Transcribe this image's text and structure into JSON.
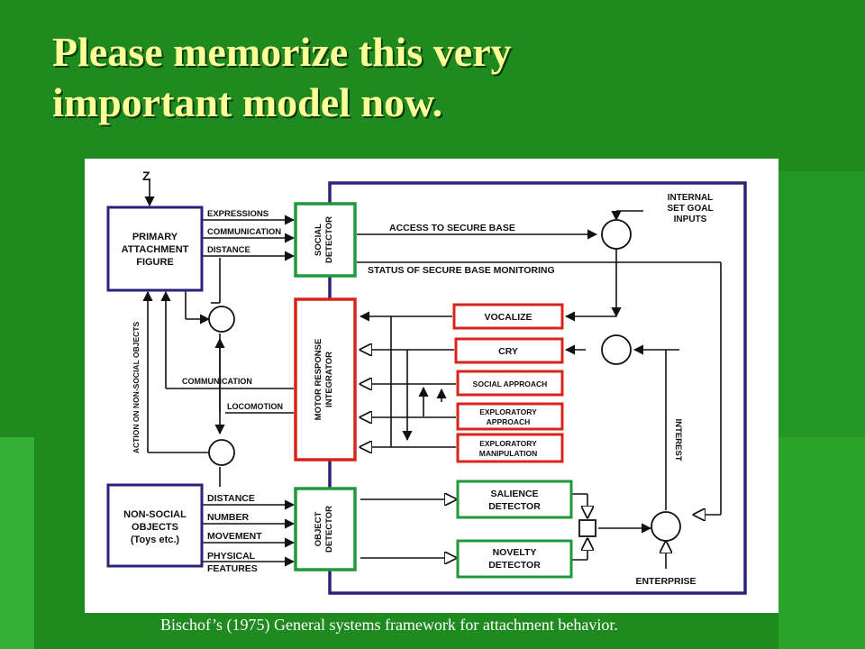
{
  "slide": {
    "title_line1": "Please memorize this very",
    "title_line2": "important model now.",
    "caption": "Bischof’s (1975) General systems framework for attachment behavior."
  },
  "colors": {
    "background": "#1f8a1f",
    "title": "#ffff99",
    "box_blue": "#2a237a",
    "box_green": "#1e9a3c",
    "box_red": "#d9241c"
  },
  "diagram": {
    "z_label": "Z",
    "primary_figure": [
      "PRIMARY",
      "ATTACHMENT",
      "FIGURE"
    ],
    "pf_outputs": [
      "EXPRESSIONS",
      "COMMUNICATION",
      "DISTANCE"
    ],
    "social_detector": [
      "SOCIAL",
      "DETECTOR"
    ],
    "access_secure_base": "ACCESS TO SECURE BASE",
    "status_secure_base": "STATUS OF SECURE BASE MONITORING",
    "internal_inputs": [
      "INTERNAL",
      "SET GOAL",
      "INPUTS"
    ],
    "motor_integrator": [
      "MOTOR  RESPONSE",
      "INTEGRATOR"
    ],
    "responses": [
      "VOCALIZE",
      "CRY",
      "SOCIAL APPROACH",
      "EXPLORATORY",
      "APPROACH",
      "EXPLORATORY",
      "MANIPULATION"
    ],
    "communication_label": "COMMUNICATION",
    "locomotion_label": "LOCOMOTION",
    "action_label": "ACTION ON NON-SOCIAL OBJECTS",
    "nonsocial_objects": [
      "NON-SOCIAL",
      "OBJECTS",
      "(Toys etc.)"
    ],
    "object_features": [
      "DISTANCE",
      "NUMBER",
      "MOVEMENT",
      "PHYSICAL",
      "FEATURES"
    ],
    "object_detector": [
      "OBJECT",
      "DETECTOR"
    ],
    "salience_detector": [
      "SALIENCE",
      "DETECTOR"
    ],
    "novelty_detector": [
      "NOVELTY",
      "DETECTOR"
    ],
    "interest_label": "INTEREST",
    "enterprise_label": "ENTERPRISE"
  }
}
